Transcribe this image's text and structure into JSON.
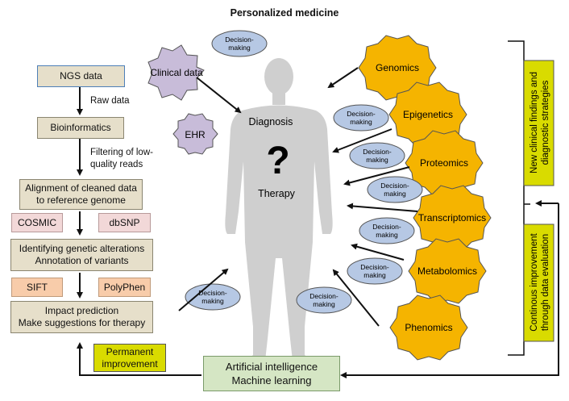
{
  "title": "Personalized medicine",
  "pipeline": {
    "ngs": "NGS data",
    "raw": "Raw data",
    "bioinformatics": "Bioinformatics",
    "filtering_1": "Filtering of low-",
    "filtering_2": "quality reads",
    "alignment_1": "Alignment of cleaned data",
    "alignment_2": "to reference genome",
    "cosmic": "COSMIC",
    "dbsnp": "dbSNP",
    "identify_1": "Identifying genetic alterations",
    "identify_2": "Annotation of variants",
    "sift": "SIFT",
    "polyphen": "PolyPhen",
    "impact_1": "Impact prediction",
    "impact_2": "Make suggestions for therapy"
  },
  "permanent_1": "Permanent",
  "permanent_2": "improvement",
  "ai_1": "Artificial intelligence",
  "ai_2": "Machine learning",
  "clinical": "Clinical data",
  "ehr": "EHR",
  "decision_1": "Decision-",
  "decision_2": "making",
  "body": {
    "diagnosis": "Diagnosis",
    "therapy": "Therapy",
    "question": "?"
  },
  "omics": [
    "Genomics",
    "Epigenetics",
    "Proteomics",
    "Transcriptomics",
    "Metabolomics",
    "Phenomics"
  ],
  "side": {
    "new_1": "New clinical findings and",
    "new_2": "diagnostic strategies",
    "cont_1": "Continous improvement",
    "cont_2": "through data evaluation"
  },
  "colors": {
    "omics": "#f5b400",
    "clinical": "#c8bcd9",
    "decision": "#b6c8e4",
    "human": "#cfcfcf"
  }
}
